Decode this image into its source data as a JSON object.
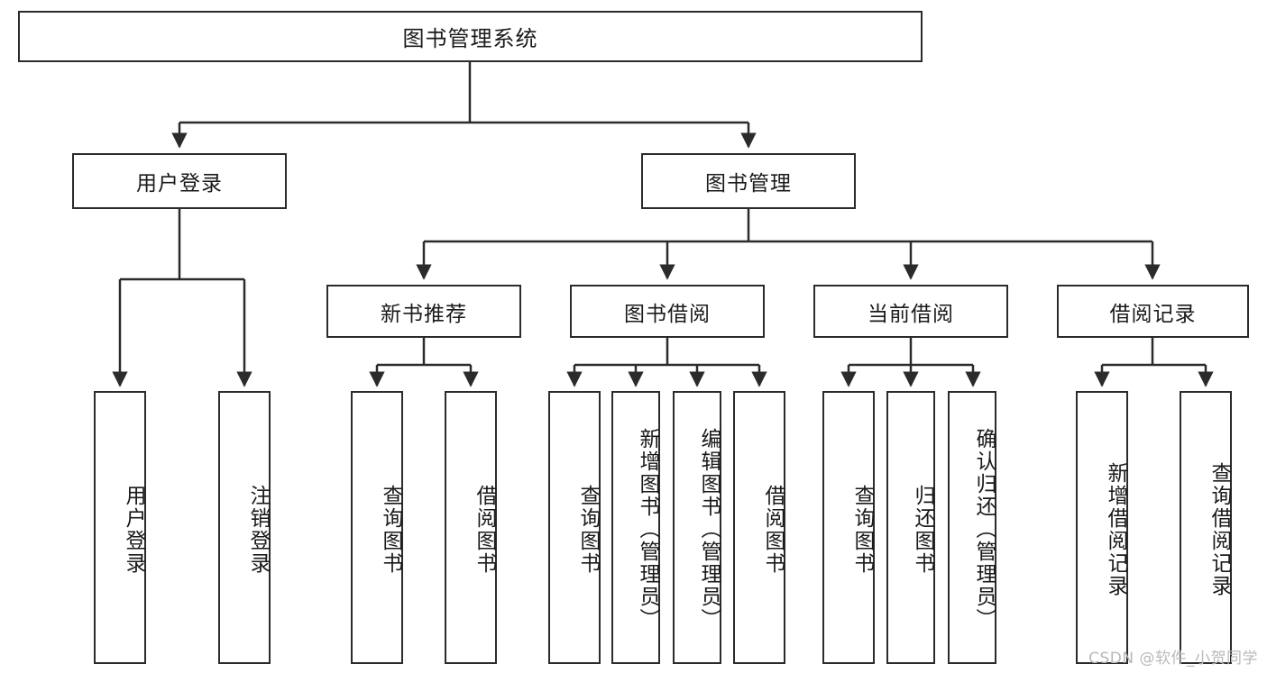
{
  "diagram": {
    "title": "图书管理系统",
    "watermark": "CSDN @软件_小贺同学",
    "colors": {
      "background": "#ffffff",
      "box_border": "#2b2b2b",
      "box_fill": "#ffffff",
      "edge": "#2b2b2b",
      "text": "#1a1a1a",
      "watermark": "#b9b9b9"
    },
    "nodes": {
      "root": {
        "label": "图书管理系统"
      },
      "level2": [
        {
          "id": "user-login",
          "label": "用户登录"
        },
        {
          "id": "book-management",
          "label": "图书管理"
        }
      ],
      "level3": [
        {
          "id": "new-book-recommend",
          "label": "新书推荐"
        },
        {
          "id": "book-borrow",
          "label": "图书借阅"
        },
        {
          "id": "current-borrow",
          "label": "当前借阅"
        },
        {
          "id": "borrow-record",
          "label": "借阅记录"
        }
      ],
      "leaves": [
        {
          "id": "leaf-user-login",
          "label": "用户登录",
          "parent": "user-login"
        },
        {
          "id": "leaf-logout-login",
          "label": "注销登录",
          "parent": "user-login"
        },
        {
          "id": "leaf-query-book-1",
          "label": "查询图书",
          "parent": "new-book-recommend"
        },
        {
          "id": "leaf-borrow-book-1",
          "label": "借阅图书",
          "parent": "new-book-recommend"
        },
        {
          "id": "leaf-query-book-2",
          "label": "查询图书",
          "parent": "book-borrow"
        },
        {
          "id": "leaf-add-book-admin",
          "label": "新增图书（管理员）",
          "parent": "book-borrow"
        },
        {
          "id": "leaf-edit-book-admin",
          "label": "编辑图书（管理员）",
          "parent": "book-borrow"
        },
        {
          "id": "leaf-borrow-book-2",
          "label": "借阅图书",
          "parent": "book-borrow"
        },
        {
          "id": "leaf-query-book-3",
          "label": "查询图书",
          "parent": "current-borrow"
        },
        {
          "id": "leaf-return-book",
          "label": "归还图书",
          "parent": "current-borrow"
        },
        {
          "id": "leaf-confirm-return-admin",
          "label": "确认归还（管理员）",
          "parent": "current-borrow"
        },
        {
          "id": "leaf-add-borrow-record",
          "label": "新增借阅记录",
          "parent": "borrow-record"
        },
        {
          "id": "leaf-query-borrow-record",
          "label": "查询借阅记录",
          "parent": "borrow-record"
        }
      ]
    }
  }
}
